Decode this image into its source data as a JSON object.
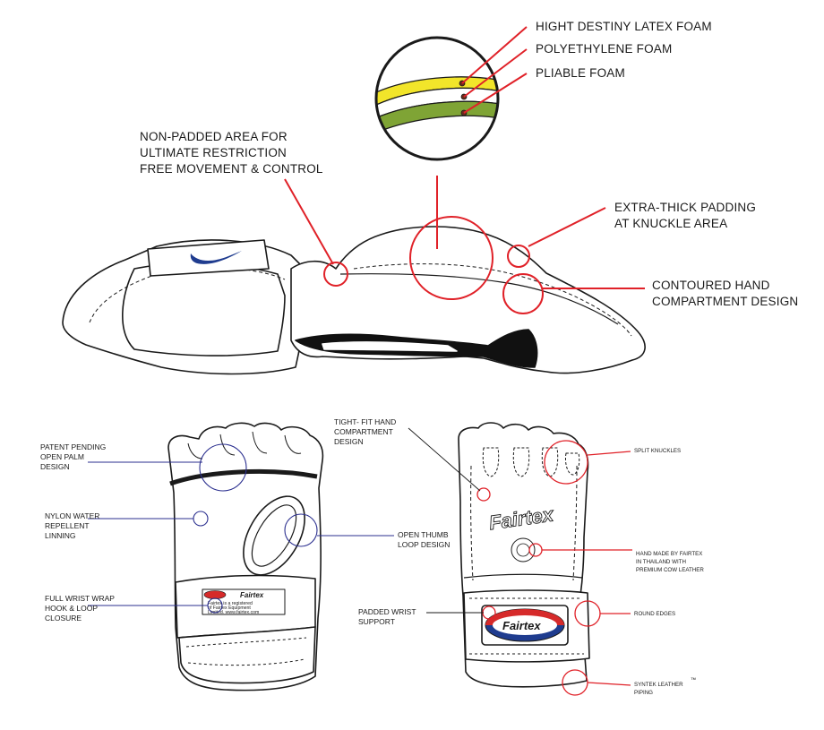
{
  "colors": {
    "callout_red": "#e02128",
    "callout_blue": "#2b2f8f",
    "outline": "#1a1a1a",
    "foam_yellow": "#f2e52a",
    "foam_green": "#7fa435",
    "brand_red": "#d62a2a",
    "brand_blue": "#1f3c8f"
  },
  "top_callouts": {
    "latex_foam": "HIGHT DESTINY LATEX FOAM",
    "poly_foam": "POLYETHYLENE FOAM",
    "pliable_foam": "PLIABLE FOAM",
    "non_padded": "NON-PADDED AREA FOR\nULTIMATE RESTRICTION\nFREE MOVEMENT & CONTROL",
    "extra_thick": "EXTRA-THICK PADDING\nAT KNUCKLE AREA",
    "contoured": "CONTOURED HAND\nCOMPARTMENT DESIGN"
  },
  "palm_callouts": {
    "open_palm": "PATENT PENDING\nOPEN PALM\nDESIGN",
    "nylon": "NYLON WATER\nREPELLENT\nLINNING",
    "wrist_wrap": "FULL WRIST WRAP\nHOOK & LOOP\nCLOSURE",
    "thumb_loop": "OPEN THUMB\nLOOP DESIGN"
  },
  "back_callouts": {
    "tight_fit": "TIGHT- FIT HAND\nCOMPARTMENT\nDESIGN",
    "padded_wrist": "PADDED WRIST\nSUPPORT",
    "split_knuckles": "SPLIT KNUCKLES",
    "hand_made": "HAND MADE BY FAIRTEX\nIN THAILAND WITH\nPREMIUM COW LEATHER",
    "round_edges": "ROUND EDGES",
    "piping": "SYNTEK LEATHER\nPIPING",
    "tm_mark": "™"
  },
  "brand": {
    "logo_text": "Fairtex",
    "label_title": "Fairtex",
    "label_line1": "Fairtex is a registered",
    "label_line2": "of Fairtex Equipment",
    "label_line3": "Limited. www.fairtex.com"
  }
}
